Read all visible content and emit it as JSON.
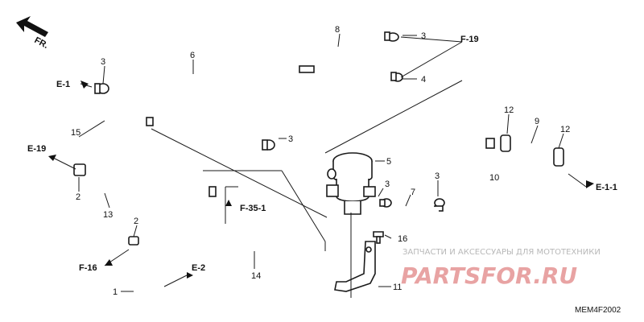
{
  "direction_label": "FR.",
  "callouts": {
    "p1": "1",
    "p2a": "2",
    "p2b": "2",
    "p3a": "3",
    "p3b": "3",
    "p3c": "3",
    "p3d": "3",
    "p3e": "3",
    "p4": "4",
    "p5": "5",
    "p6": "6",
    "p7": "7",
    "p8": "8",
    "p9": "9",
    "p10": "10",
    "p11": "11",
    "p12a": "12",
    "p12b": "12",
    "p13": "13",
    "p14": "14",
    "p15": "15",
    "p16": "16"
  },
  "references": {
    "e1": "E-1",
    "e19": "E-19",
    "f19": "F-19",
    "f351": "F-35-1",
    "f16": "F-16",
    "e2": "E-2",
    "e11": "E-1-1"
  },
  "watermark": {
    "caption": "ЗАПЧАСТИ И АКСЕССУАРЫ ДЛЯ МОТОТЕХНИКИ",
    "brand": "PARTSFOR.RU"
  },
  "diagram_code": "MEM4F2002"
}
